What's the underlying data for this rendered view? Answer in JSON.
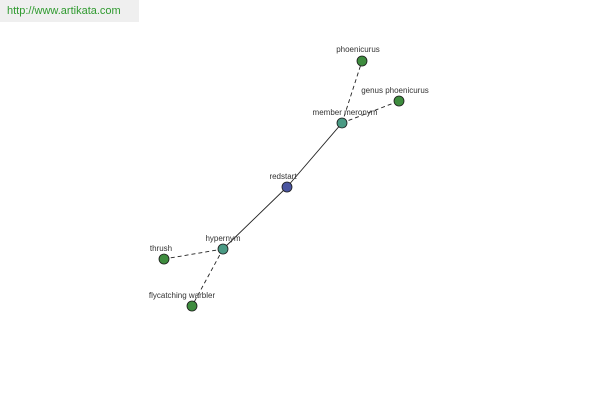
{
  "site": {
    "url": "http://www.artikata.com"
  },
  "colors": {
    "center_node": "#4a55a0",
    "relation_node": "#4a9a84",
    "term_node": "#3e8c3e",
    "edge": "#222222",
    "link": "#2f9a2f"
  },
  "graph": {
    "center": {
      "id": "redstart",
      "label": "redstart",
      "kind": "center"
    },
    "relations": [
      {
        "id": "member-meronym",
        "label": "member meronym",
        "terms": [
          {
            "id": "phoenicurus",
            "label": "phoenicurus"
          },
          {
            "id": "genus-phoenicurus",
            "label": "genus phoenicurus"
          }
        ]
      },
      {
        "id": "hypernym",
        "label": "hypernym",
        "terms": [
          {
            "id": "thrush",
            "label": "thrush"
          },
          {
            "id": "flycatching-warbler",
            "label": "flycatching warbler"
          }
        ]
      }
    ]
  }
}
